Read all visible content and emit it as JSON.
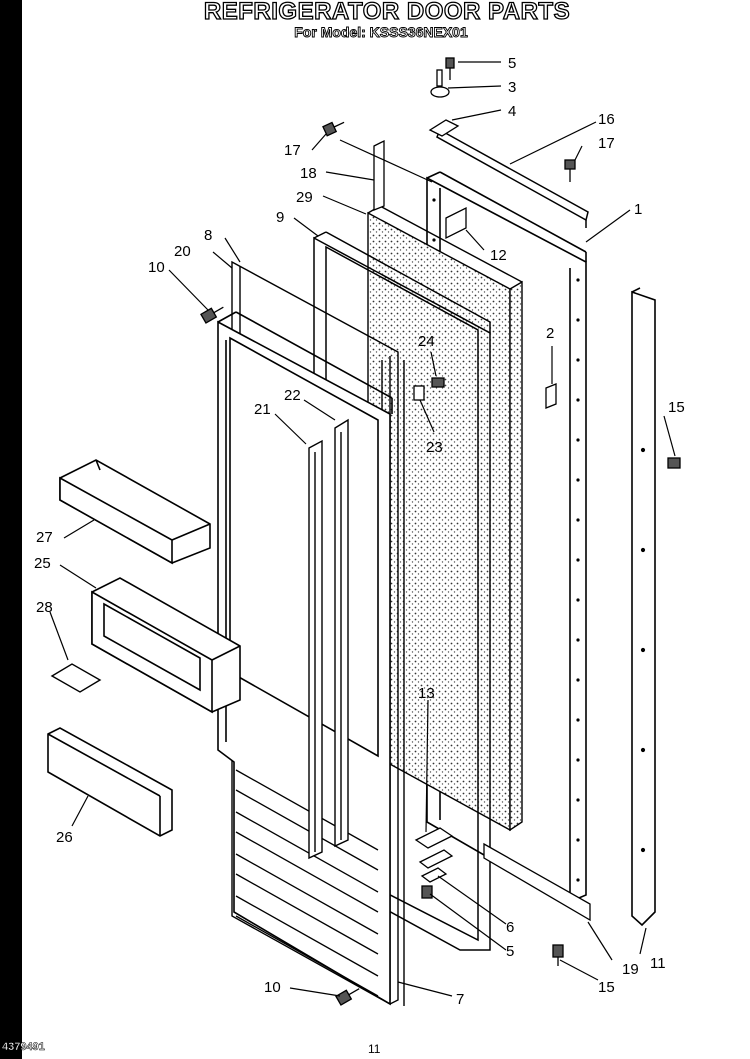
{
  "title": "REFRIGERATOR DOOR PARTS",
  "subtitle": "For Model: KSSS36NEX01",
  "document_code": "4379491",
  "page_number": "11",
  "callouts": [
    {
      "id": "c5a",
      "label": "5"
    },
    {
      "id": "c3",
      "label": "3"
    },
    {
      "id": "c4",
      "label": "4"
    },
    {
      "id": "c16",
      "label": "16"
    },
    {
      "id": "c17a",
      "label": "17"
    },
    {
      "id": "c17b",
      "label": "17"
    },
    {
      "id": "c18",
      "label": "18"
    },
    {
      "id": "c29",
      "label": "29"
    },
    {
      "id": "c9",
      "label": "9"
    },
    {
      "id": "c1",
      "label": "1"
    },
    {
      "id": "c8",
      "label": "8"
    },
    {
      "id": "c20",
      "label": "20"
    },
    {
      "id": "c12",
      "label": "12"
    },
    {
      "id": "c10a",
      "label": "10"
    },
    {
      "id": "c2",
      "label": "2"
    },
    {
      "id": "c24",
      "label": "24"
    },
    {
      "id": "c15a",
      "label": "15"
    },
    {
      "id": "c22",
      "label": "22"
    },
    {
      "id": "c21",
      "label": "21"
    },
    {
      "id": "c23",
      "label": "23"
    },
    {
      "id": "c27",
      "label": "27"
    },
    {
      "id": "c25",
      "label": "25"
    },
    {
      "id": "c28",
      "label": "28"
    },
    {
      "id": "c13",
      "label": "13"
    },
    {
      "id": "c26",
      "label": "26"
    },
    {
      "id": "c6",
      "label": "6"
    },
    {
      "id": "c5b",
      "label": "5"
    },
    {
      "id": "c11",
      "label": "11"
    },
    {
      "id": "c19",
      "label": "19"
    },
    {
      "id": "c15b",
      "label": "15"
    },
    {
      "id": "c10b",
      "label": "10"
    },
    {
      "id": "c7",
      "label": "7"
    }
  ]
}
